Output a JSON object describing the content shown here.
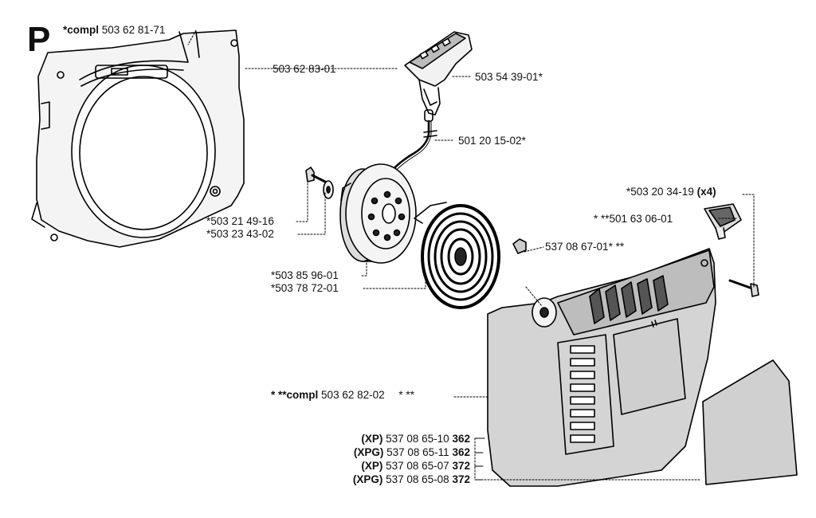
{
  "section_letter": "P",
  "labels": {
    "compl_top": {
      "prefix": "*compl",
      "number": "503 62 81-71"
    },
    "cover_left": {
      "number": "503 62 83-01"
    },
    "handle": {
      "number": "503 54 39-01*"
    },
    "rope": {
      "number": "501 20 15-02*"
    },
    "screw_x4": {
      "number": "*503 20 34-19",
      "suffix": "(x4)"
    },
    "bushing": {
      "number": "* **501 63 06-01"
    },
    "pawl_pin": {
      "number": "*503 21 49-16"
    },
    "washer": {
      "number": "*503 23 43-02"
    },
    "nut": {
      "number": "537 08 67-01* **"
    },
    "pulley": {
      "number": "*503 85 96-01"
    },
    "spring": {
      "number": "*503 78 72-01"
    },
    "compl_bottom": {
      "prefix": "* **compl",
      "number": "503 62 82-02",
      "suffix": "* **"
    }
  },
  "decals": [
    {
      "model": "(XP)",
      "number": "537 08 65-10",
      "size": "362"
    },
    {
      "model": "(XPG)",
      "number": "537 08 65-11",
      "size": "362"
    },
    {
      "model": "(XP)",
      "number": "537 08 65-07",
      "size": "372"
    },
    {
      "model": "(XPG)",
      "number": "537 08 65-08",
      "size": "372"
    }
  ]
}
